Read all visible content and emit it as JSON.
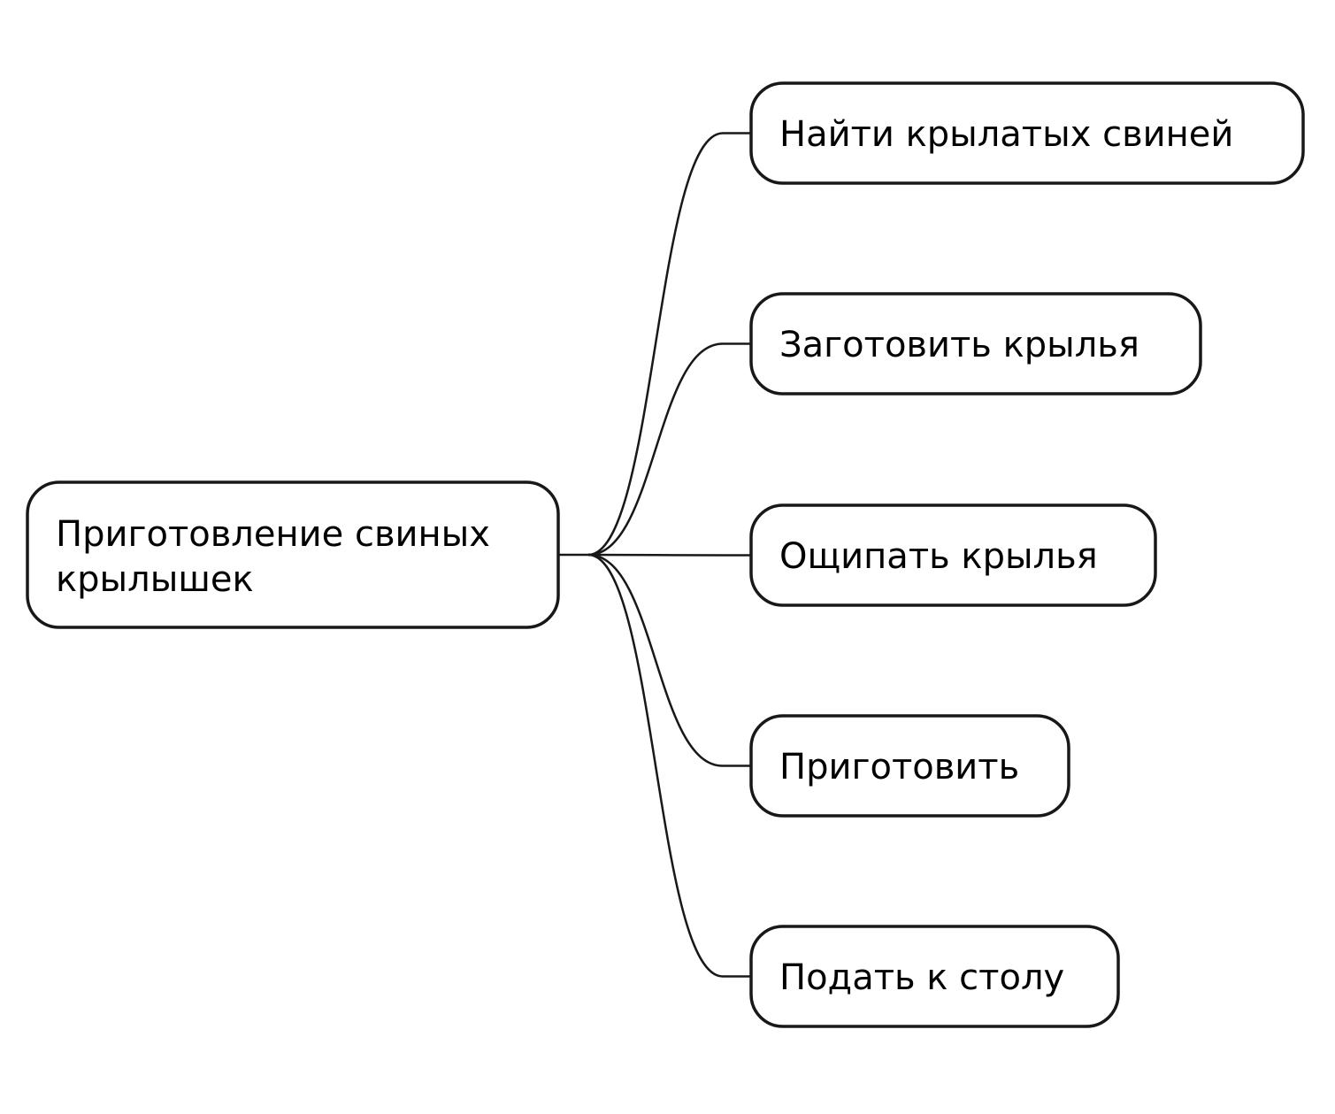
{
  "mindmap": {
    "root": {
      "lines": [
        "Приготовление свиных",
        "крылышек"
      ]
    },
    "children": [
      {
        "label": "Найти крылатых свиней"
      },
      {
        "label": "Заготовить крылья"
      },
      {
        "label": "Ощипать крылья"
      },
      {
        "label": "Приготовить"
      },
      {
        "label": "Подать к столу"
      }
    ],
    "colors": {
      "stroke": "#181818",
      "fill": "#ffffff",
      "text": "#000000"
    }
  }
}
